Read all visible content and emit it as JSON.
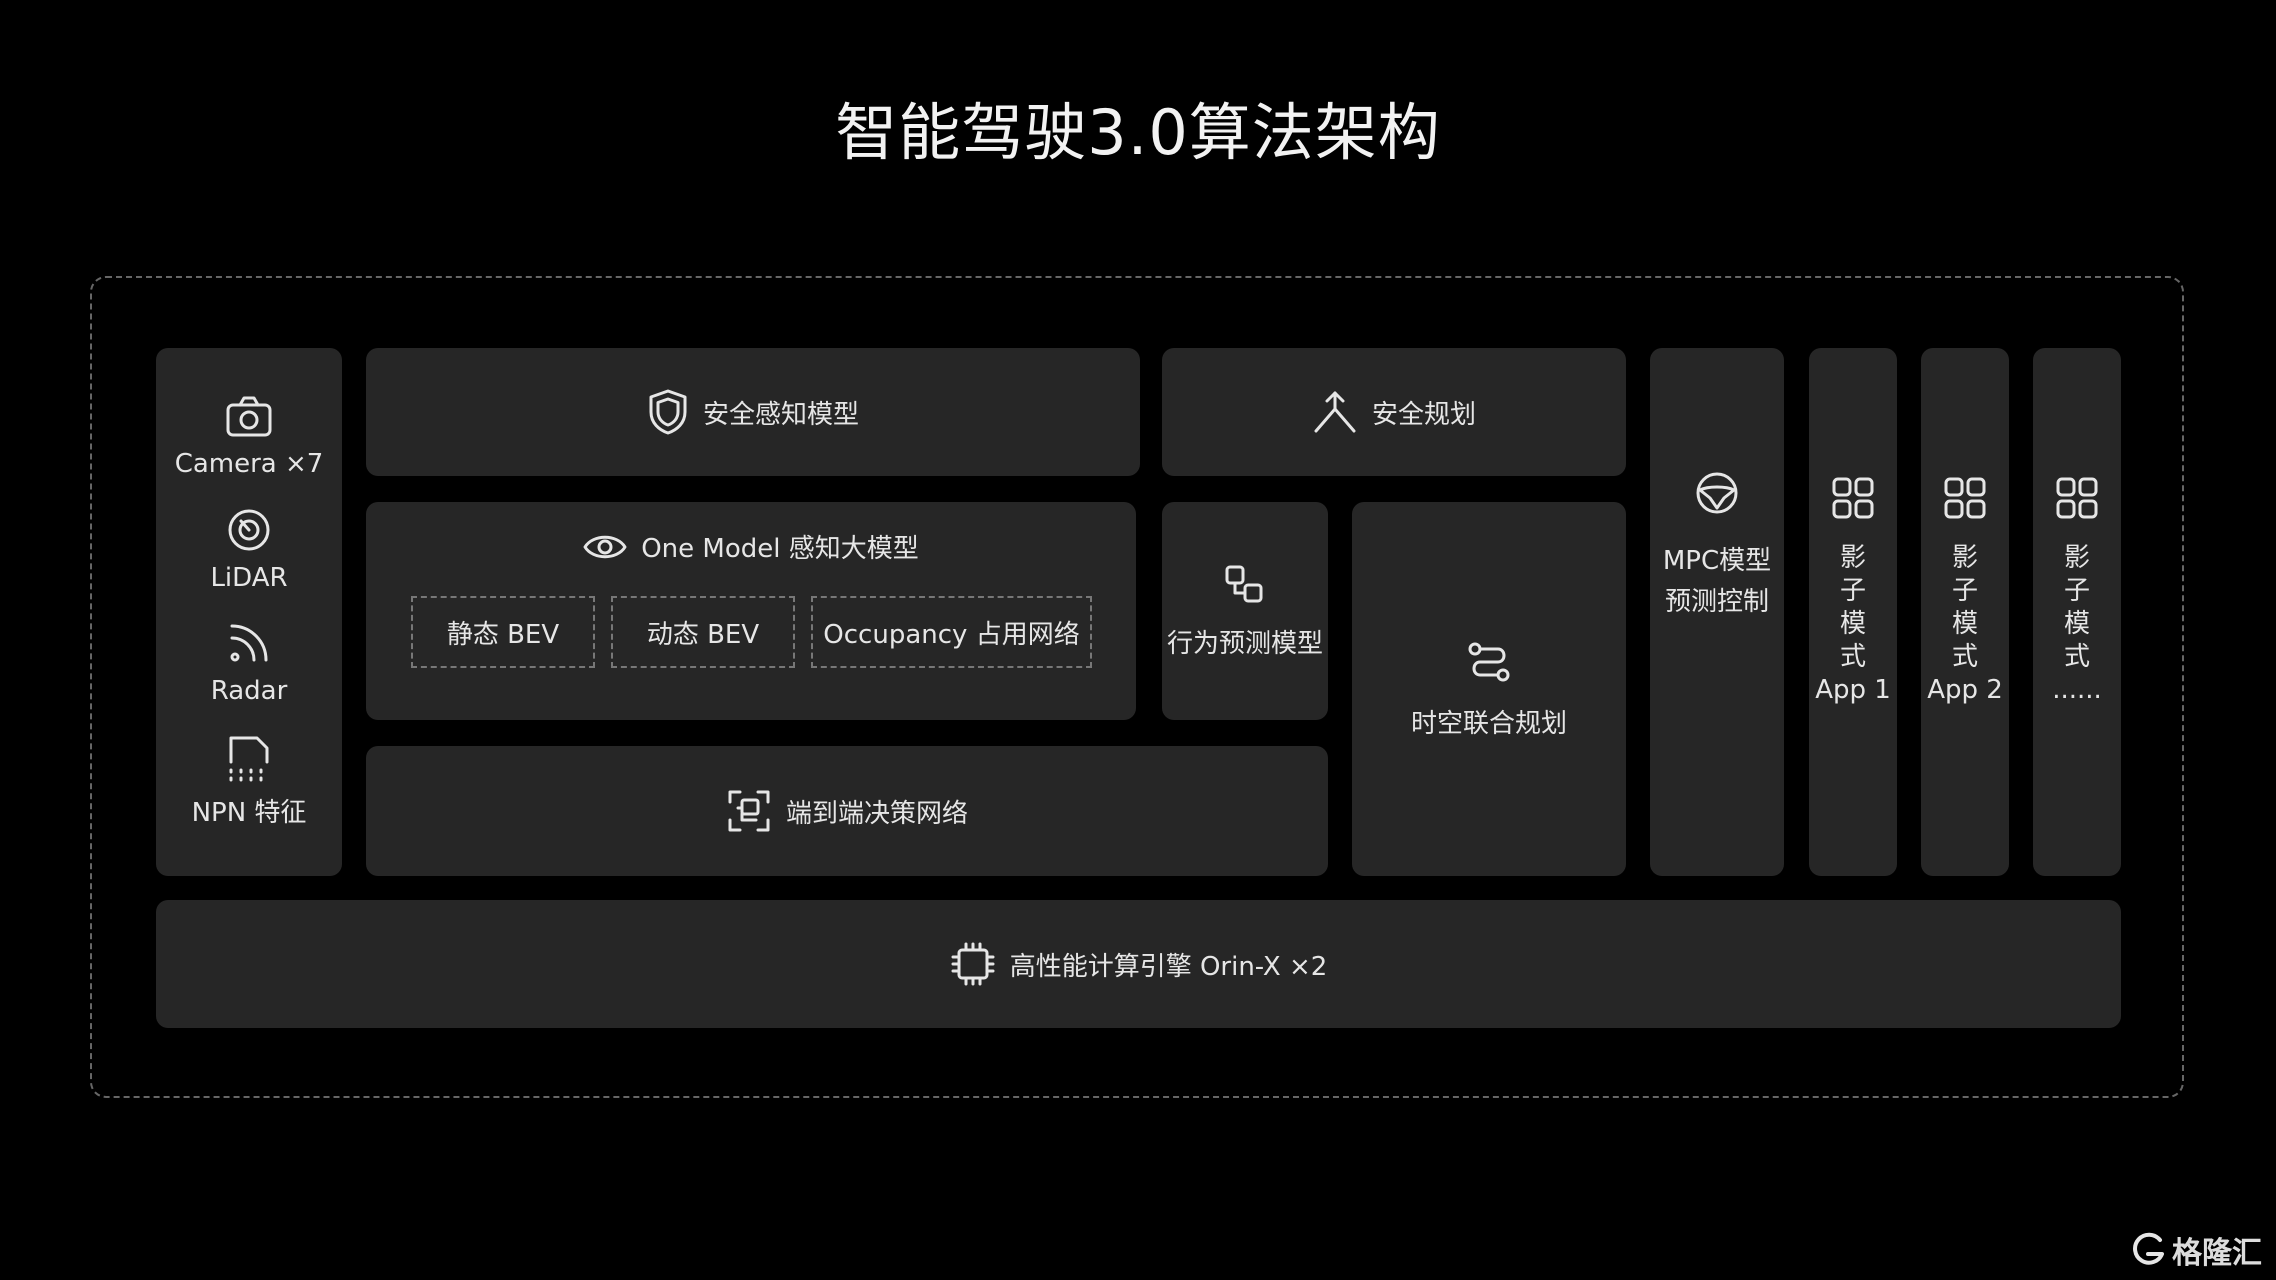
{
  "title": "智能驾驶3.0算法架构",
  "sensors": [
    {
      "label": "Camera ×7",
      "icon": "camera-icon"
    },
    {
      "label": "LiDAR",
      "icon": "lidar-icon"
    },
    {
      "label": "Radar",
      "icon": "radar-icon"
    },
    {
      "label": "NPN 特征",
      "icon": "npn-file-icon"
    }
  ],
  "blocks": {
    "safety_perception": "安全感知模型",
    "safety_planning": "安全规划",
    "one_model": "One Model 感知大模型",
    "static_bev": "静态 BEV",
    "dynamic_bev": "动态 BEV",
    "occupancy": "Occupancy 占用网络",
    "behavior_prediction": "行为预测模型",
    "spatiotemporal_planning": "时空联合规划",
    "e2e_decision": "端到端决策网络",
    "mpc_line1": "MPC模型",
    "mpc_line2": "预测控制",
    "shadow_apps": [
      {
        "chars": [
          "影",
          "子",
          "模",
          "式"
        ],
        "suffix": "App 1"
      },
      {
        "chars": [
          "影",
          "子",
          "模",
          "式"
        ],
        "suffix": "App 2"
      },
      {
        "chars": [
          "影",
          "子",
          "模",
          "式"
        ],
        "suffix": "......"
      }
    ],
    "compute": "高性能计算引擎 Orin-X ×2"
  },
  "watermark": "格隆汇",
  "colors": {
    "background": "#000000",
    "panel": "#262626",
    "text": "#e6e6e6",
    "border": "#666666"
  }
}
